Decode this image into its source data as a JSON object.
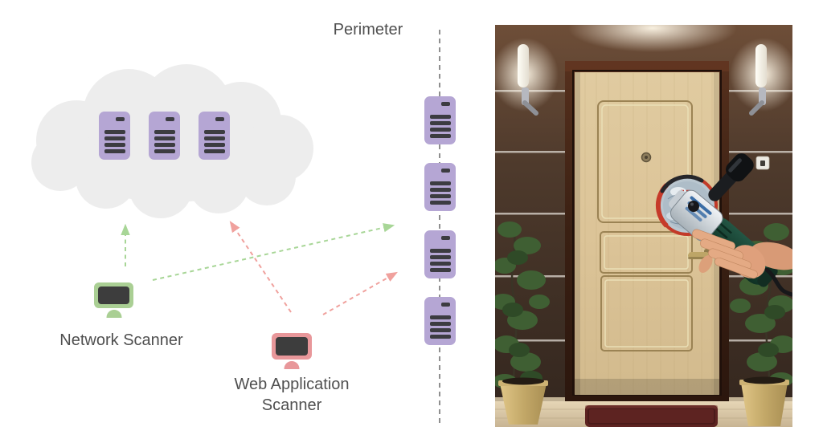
{
  "diagram": {
    "perimeter_label": "Perimeter",
    "network_scanner": {
      "label": "Network Scanner"
    },
    "web_app_scanner": {
      "label_line1": "Web Application",
      "label_line2": "Scanner"
    },
    "cloud_servers": {
      "count": 3
    },
    "perimeter_servers": {
      "count": 4
    },
    "colors": {
      "server_purple": "#b5a6d4",
      "server_bars": "#3c3c41",
      "cloud_gray": "#ededed",
      "scanner_green": "#aacf94",
      "scanner_red": "#e8979a",
      "screen_dark": "#3d3d3d",
      "arrow_green": "#a8d697",
      "arrow_red": "#f0a19d",
      "perimeter_line": "#8f8f8f",
      "text": "#4f4f4f"
    }
  },
  "photo": {
    "alt": "Entrance door with wall lamps and plants; a hand holds an angle grinder toward the door lock"
  }
}
